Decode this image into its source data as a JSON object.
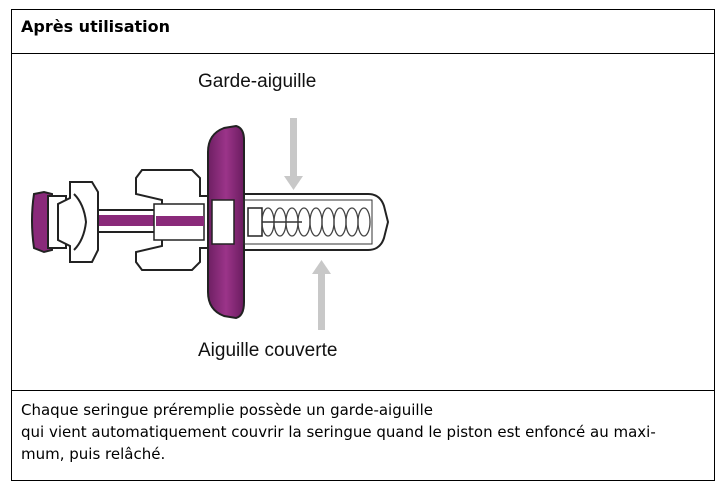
{
  "header": {
    "title": "Après utilisation"
  },
  "figure": {
    "label_top": "Garde-aiguille",
    "label_bottom": "Aiguille couverte",
    "accent_color": "#8a2a7a",
    "arrow_color": "#c8c8c8",
    "icon": "prefilled-syringe-with-needle-guard"
  },
  "description": {
    "line1": "Chaque seringue préremplie possède un garde-aiguille",
    "line2": "qui vient automatiquement couvrir la seringue quand le piston est enfoncé au maxi-",
    "line3": "mum, puis relâché."
  }
}
